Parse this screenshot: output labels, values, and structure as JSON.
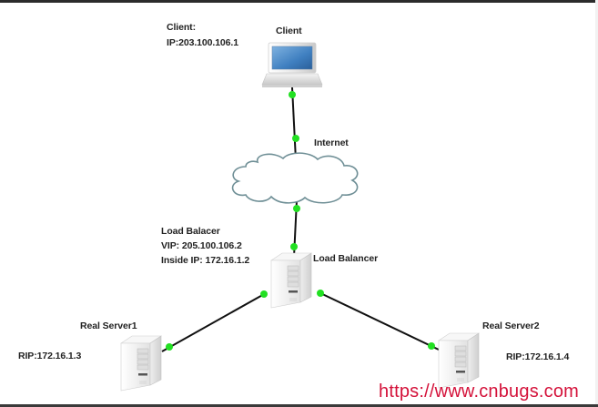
{
  "diagram": {
    "title": "LVS load balancing network topology",
    "nodes": {
      "client": {
        "name": "Client",
        "info": [
          "Client:",
          "IP:203.100.106.1"
        ],
        "icon": "laptop-icon"
      },
      "internet": {
        "name": "Internet",
        "icon": "cloud-icon"
      },
      "load_balancer": {
        "name": "Load Balancer",
        "info": [
          "Load Balacer",
          "VIP: 205.100.106.2",
          "Inside IP: 172.16.1.2"
        ],
        "icon": "server-tower-icon"
      },
      "real_server1": {
        "name": "Real Server1",
        "info": [
          "RIP:172.16.1.3"
        ],
        "icon": "server-tower-icon"
      },
      "real_server2": {
        "name": "Real Server2",
        "info": [
          "RIP:172.16.1.4"
        ],
        "icon": "server-tower-icon"
      }
    },
    "edges": [
      {
        "from": "client",
        "to": "internet"
      },
      {
        "from": "internet",
        "to": "load_balancer"
      },
      {
        "from": "load_balancer",
        "to": "real_server1"
      },
      {
        "from": "load_balancer",
        "to": "real_server2"
      }
    ],
    "colors": {
      "connector_dot": "#22e022",
      "link_line": "#111111",
      "cloud_stroke": "#6f8f96",
      "watermark": "#d4123a"
    }
  },
  "watermark": "https://www.cnbugs.com"
}
